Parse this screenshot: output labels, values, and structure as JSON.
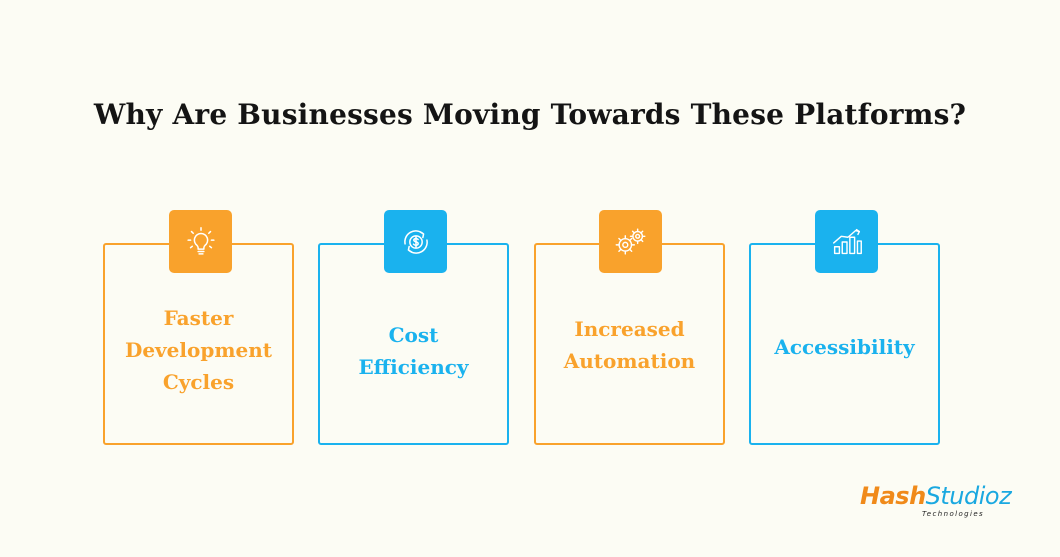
{
  "title": "Why Are Businesses Moving Towards These Platforms?",
  "colors": {
    "background": "#FCFCF4",
    "orange": "#F9A22C",
    "blue": "#1AB2EE",
    "title_text": "#141414"
  },
  "cards": [
    {
      "icon": "lightbulb-icon",
      "color": "#F9A22C",
      "lines": [
        "Faster",
        "Development",
        "Cycles"
      ]
    },
    {
      "icon": "dollar-cycle-icon",
      "color": "#1AB2EE",
      "lines": [
        "Cost",
        "Efficiency"
      ]
    },
    {
      "icon": "gears-icon",
      "color": "#F9A22C",
      "lines": [
        "Increased",
        "Automation"
      ]
    },
    {
      "icon": "bar-chart-icon",
      "color": "#1AB2EE",
      "lines": [
        "Accessibility"
      ]
    }
  ],
  "logo": {
    "main_prefix": "Hash",
    "main_suffix": "Studioz",
    "sub": "Technologies",
    "prefix_color": "#F08A1A",
    "suffix_color": "#1AA8E0"
  }
}
